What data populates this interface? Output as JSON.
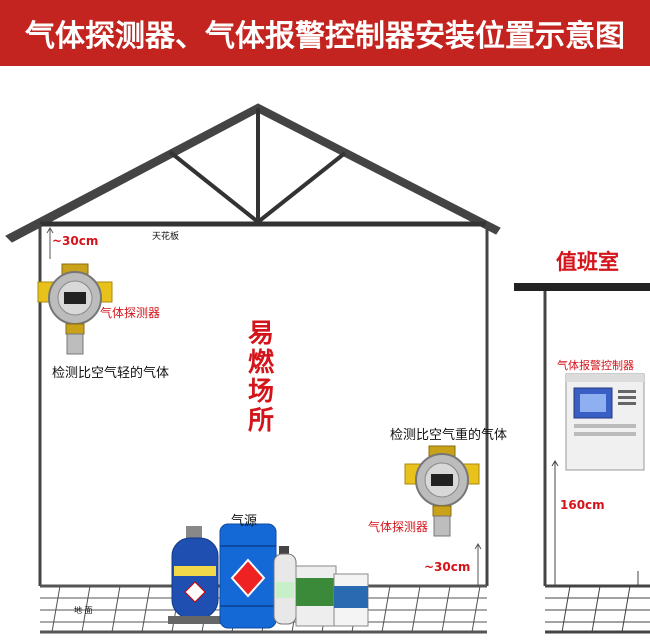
{
  "title": "气体探测器、气体报警控制器安装位置示意图",
  "labels": {
    "ceiling": "天花板",
    "top_gap": "~30cm",
    "detector_top": "气体探测器",
    "light_gas": "检测比空气轻的气体",
    "flammable": [
      "易",
      "燃",
      "场",
      "所"
    ],
    "heavy_gas": "检测比空气重的气体",
    "detector_bottom": "气体探测器",
    "bottom_gap": "~30cm",
    "gas_source": "气源",
    "floor": "地 面",
    "duty_room": "值班室",
    "controller": "气体报警控制器",
    "controller_height": "160cm"
  },
  "colors": {
    "banner": "#c4241f",
    "accent_red": "#d4141a",
    "detector_yellow": "#e8c21a",
    "panel_blue": "#3a5fc4"
  }
}
